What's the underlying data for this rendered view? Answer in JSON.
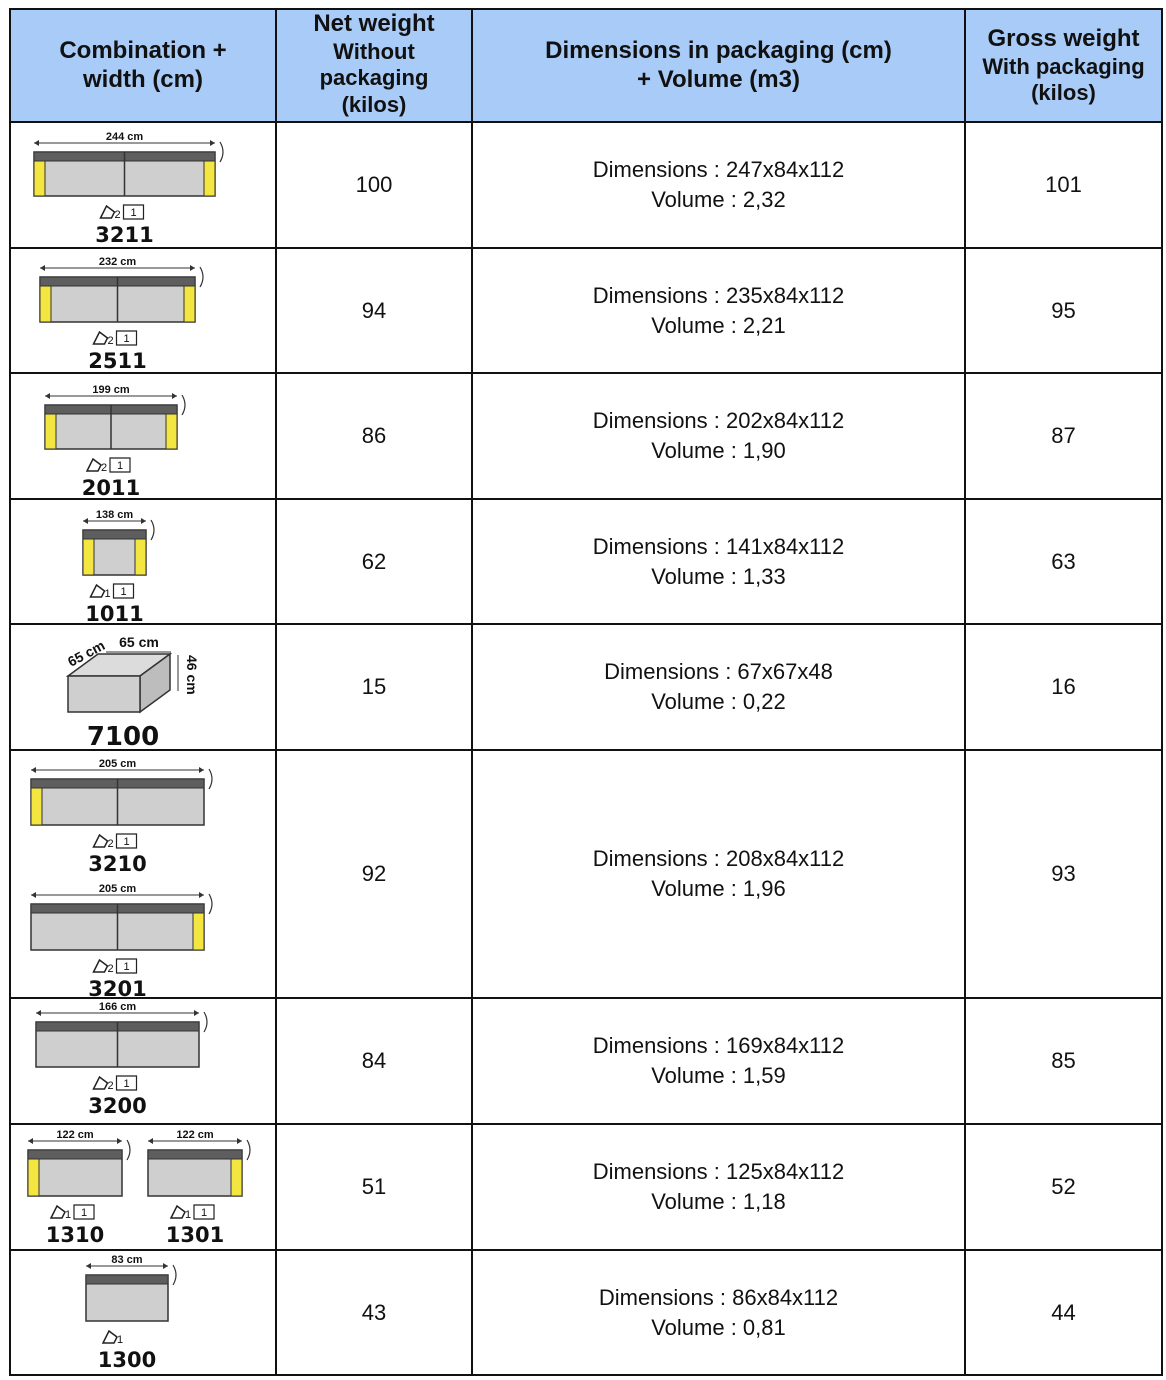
{
  "headers": {
    "combination": [
      "Combination +",
      "width (cm)"
    ],
    "net": [
      "Net weight",
      "Without",
      "packaging",
      "(kilos)"
    ],
    "dimensions": [
      "Dimensions in packaging (cm)",
      "+ Volume (m3)"
    ],
    "gross": [
      "Gross weight",
      "With packaging",
      "(kilos)"
    ]
  },
  "rows": [
    {
      "net": "100",
      "dim": "Dimensions : 247x84x112",
      "vol": "Volume : 2,32",
      "gross": "101",
      "models": [
        {
          "code": "3211",
          "width": "244 cm",
          "seats": "2",
          "pkg": "1"
        }
      ]
    },
    {
      "net": "94",
      "dim": "Dimensions : 235x84x112",
      "vol": "Volume : 2,21",
      "gross": "95",
      "models": [
        {
          "code": "2511",
          "width": "232 cm",
          "seats": "2",
          "pkg": "1"
        }
      ]
    },
    {
      "net": "86",
      "dim": "Dimensions : 202x84x112",
      "vol": "Volume : 1,90",
      "gross": "87",
      "models": [
        {
          "code": "2011",
          "width": "199 cm",
          "seats": "2",
          "pkg": "1"
        }
      ]
    },
    {
      "net": "62",
      "dim": "Dimensions : 141x84x112",
      "vol": "Volume : 1,33",
      "gross": "63",
      "models": [
        {
          "code": "1011",
          "width": "138 cm",
          "seats": "1",
          "pkg": "1"
        }
      ]
    },
    {
      "net": "15",
      "dim": "Dimensions : 67x67x48",
      "vol": "Volume : 0,22",
      "gross": "16",
      "models": [
        {
          "code": "7100",
          "depth": "65 cm",
          "width": "65 cm",
          "height": "46 cm"
        }
      ]
    },
    {
      "net": "92",
      "dim": "Dimensions : 208x84x112",
      "vol": "Volume : 1,96",
      "gross": "93",
      "models": [
        {
          "code": "3210",
          "width": "205 cm",
          "seats": "2",
          "pkg": "1"
        },
        {
          "code": "3201",
          "width": "205 cm",
          "seats": "2",
          "pkg": "1"
        }
      ]
    },
    {
      "net": "84",
      "dim": "Dimensions : 169x84x112",
      "vol": "Volume : 1,59",
      "gross": "85",
      "models": [
        {
          "code": "3200",
          "width": "166 cm",
          "seats": "2",
          "pkg": "1"
        }
      ]
    },
    {
      "net": "51",
      "dim": "Dimensions : 125x84x112",
      "vol": "Volume : 1,18",
      "gross": "52",
      "models": [
        {
          "code": "1310",
          "width": "122 cm",
          "seats": "1",
          "pkg": "1"
        },
        {
          "code": "1301",
          "width": "122 cm",
          "seats": "1",
          "pkg": "1"
        }
      ]
    },
    {
      "net": "43",
      "dim": "Dimensions : 86x84x112",
      "vol": "Volume : 0,81",
      "gross": "44",
      "models": [
        {
          "code": "1300",
          "width": "83 cm",
          "seats": "1"
        }
      ]
    }
  ],
  "colors": {
    "header_bg": "#a9cbf7",
    "sofa_fill": "#cfcfcf",
    "sofa_back": "#5e5e5e",
    "armrest": "#f4e640"
  }
}
